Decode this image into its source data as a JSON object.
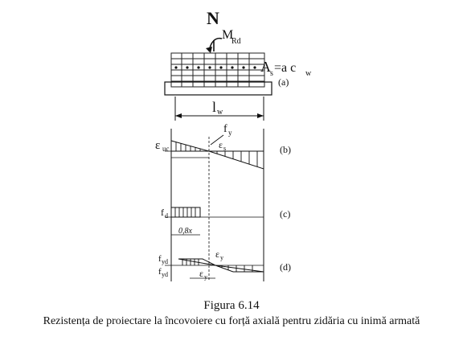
{
  "figure": {
    "top_force": "N",
    "moment": "M",
    "moment_sub": "Rd",
    "area": "A",
    "area_sub": "s",
    "area_eq": "=a c",
    "area_eq_sub": "w",
    "wall_length": "l",
    "wall_length_sub": "w",
    "strain_label": "ε",
    "strain_sub": "uc",
    "fy_label": "f",
    "fy_sub": "y",
    "es_label": "ε",
    "es_sub": "s",
    "fd_label": "f",
    "fd_sub": "d",
    "half_x_label": "0,8x",
    "ey_label": "ε",
    "ey_sub": "y",
    "fyd_label": "f",
    "fyd_sub": "yd",
    "fyd2_label": "f",
    "fyd2_sub": "yd",
    "ey2_label": "ε",
    "ey2_sub": "y",
    "part_a": "(a)",
    "part_b": "(b)",
    "part_c": "(c)",
    "part_d": "(d)"
  },
  "caption": {
    "number": "Figura 6.14",
    "text": "Rezistența de proiectare la încovoiere cu forță axială pentru zidăria cu inimă armată"
  }
}
